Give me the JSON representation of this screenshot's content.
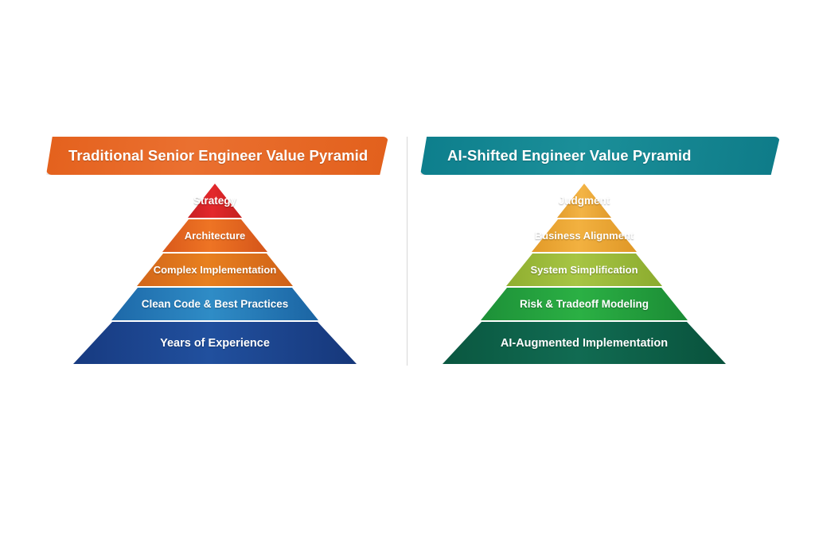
{
  "chart_data": {
    "type": "pyramid",
    "title": "",
    "legend": "none",
    "panels": [
      {
        "id": "traditional",
        "banner_label": "Traditional Senior Engineer Value Pyramid",
        "banner_color": "#e4611d",
        "levels": [
          {
            "rank": 1,
            "label": "Strategy",
            "color": "#dc2327"
          },
          {
            "rank": 2,
            "label": "Architecture",
            "color": "#e8641f"
          },
          {
            "rank": 3,
            "label": "Complex Implementation",
            "color": "#e07a1c"
          },
          {
            "rank": 4,
            "label": "Clean Code & Best Practices",
            "color": "#2478b8"
          },
          {
            "rank": 5,
            "label": "Years of Experience",
            "color": "#1c418c"
          }
        ]
      },
      {
        "id": "ai-shifted",
        "banner_label": "AI-Shifted Engineer Value Pyramid",
        "banner_color": "#0d7e8c",
        "levels": [
          {
            "rank": 1,
            "label": "Judgment",
            "color": "#eeab3a"
          },
          {
            "rank": 2,
            "label": "Business Alignment",
            "color": "#eda832"
          },
          {
            "rank": 3,
            "label": "System Simplification",
            "color": "#9ab83a"
          },
          {
            "rank": 4,
            "label": "Risk & Tradeoff Modeling",
            "color": "#23a33c"
          },
          {
            "rank": 5,
            "label": "AI-Augmented Implementation",
            "color": "#0d6148"
          }
        ]
      }
    ]
  },
  "left": {
    "banner": {
      "title": "Traditional Senior Engineer Value Pyramid"
    },
    "levels": [
      {
        "label": "Strategy"
      },
      {
        "label": "Architecture"
      },
      {
        "label": "Complex Implementation"
      },
      {
        "label": "Clean Code & Best Practices"
      },
      {
        "label": "Years of Experience"
      }
    ]
  },
  "right": {
    "banner": {
      "title": "AI-Shifted Engineer Value Pyramid"
    },
    "levels": [
      {
        "label": "Judgment"
      },
      {
        "label": "Business Alignment"
      },
      {
        "label": "System Simplification"
      },
      {
        "label": "Risk & Tradeoff Modeling"
      },
      {
        "label": "AI-Augmented Implementation"
      }
    ]
  }
}
